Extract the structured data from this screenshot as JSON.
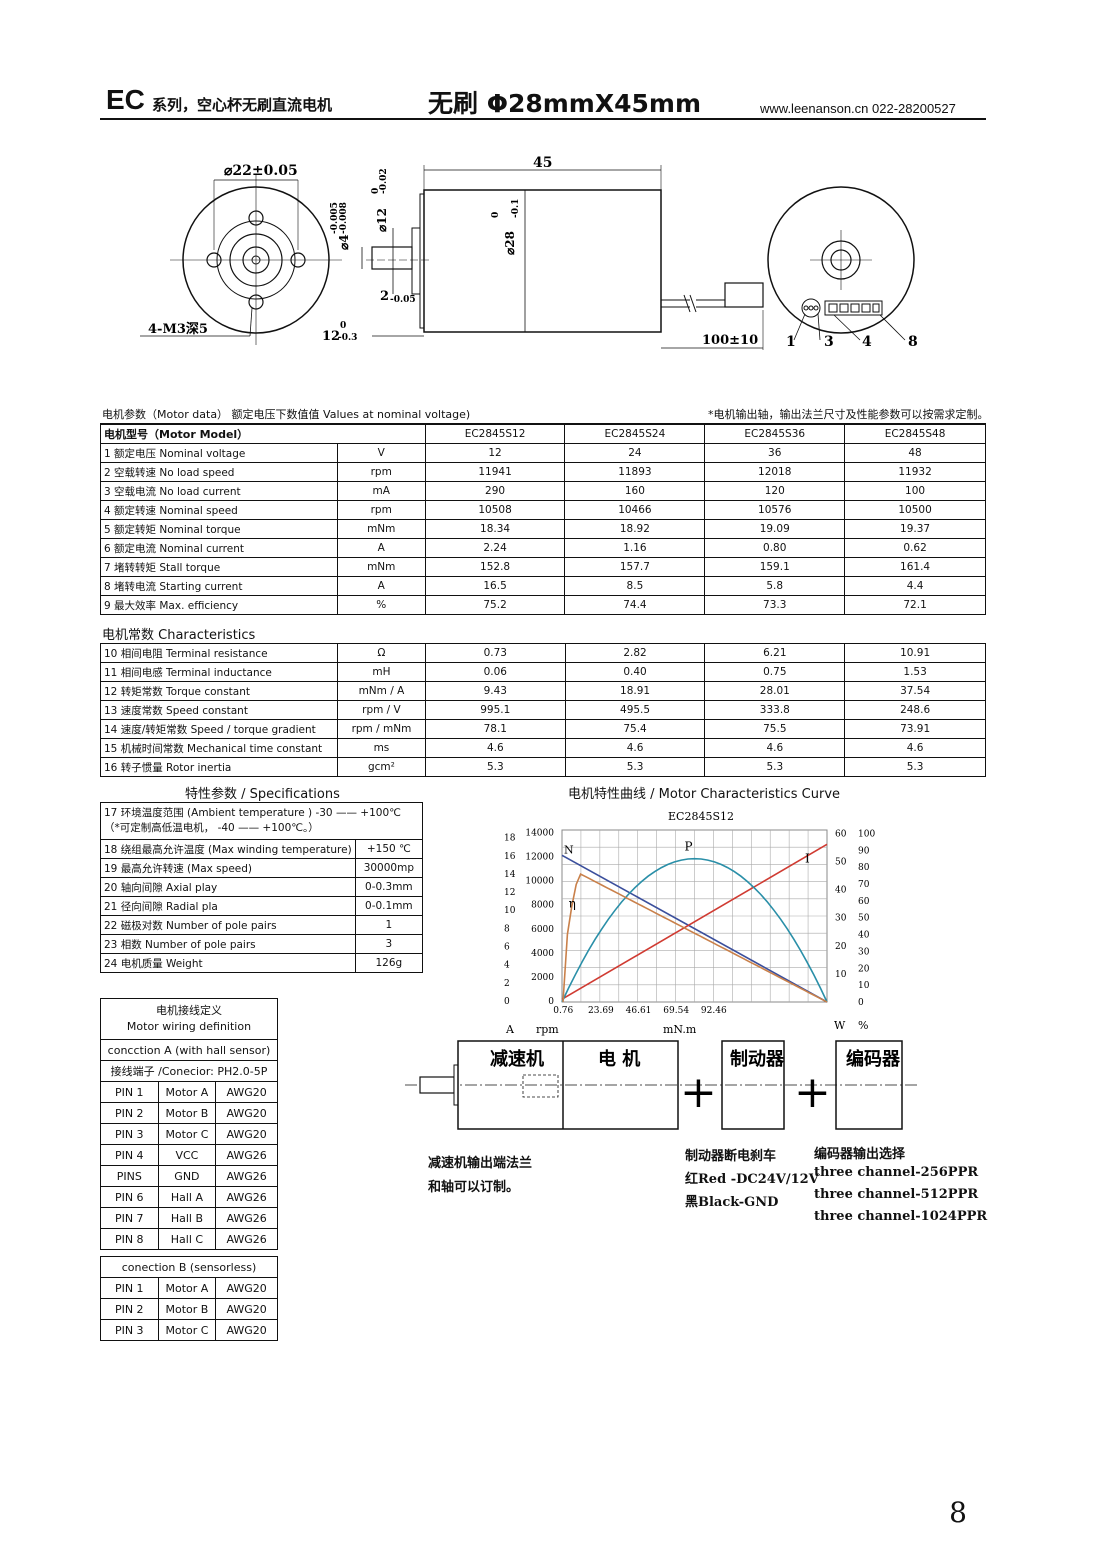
{
  "header": {
    "ec": "EC",
    "series": "系列，空心杯无刷直流电机",
    "title": "无刷  Φ28mmX45mm",
    "site": "www.leenanson.cn   022-28200527"
  },
  "drawing": {
    "dim_flange_pcd": "⌀22±0.05",
    "dim_holes": "4-M3深5",
    "dim_length": "45",
    "dim_shaft_d": "⌀4",
    "dim_shaft_tol_upper": "-0.005",
    "dim_shaft_tol_lower": "-0.008",
    "dim_boss_d": "⌀12",
    "dim_boss_tol_upper": "0",
    "dim_boss_tol_lower": "-0.02",
    "dim_body_d": "⌀28",
    "dim_body_tol_upper": "0",
    "dim_body_tol_lower": "-0.1",
    "dim_boss_len": "2",
    "dim_boss_len_tol": "-0.05",
    "dim_shaft_len": "12",
    "dim_shaft_len_tol_upper": "0",
    "dim_shaft_len_tol_lower": "-0.3",
    "dim_lead": "100±10",
    "pin_labels": [
      "1",
      "3",
      "4",
      "8"
    ]
  },
  "motor_data": {
    "caption": "电机参数（Motor data）  额定电压下数值值 Values at nominal voltage)",
    "note": "*电机输出轴，输出法兰尺寸及性能参数可以按需求定制。",
    "model_label": "电机型号（Motor Model）",
    "models": [
      "EC2845S12",
      "EC2845S24",
      "EC2845S36",
      "EC2845S48"
    ],
    "rows": [
      {
        "no": "1",
        "name": "额定电压  Nominal voltage",
        "unit": "V",
        "v": [
          "12",
          "24",
          "36",
          "48"
        ]
      },
      {
        "no": "2",
        "name": "空载转速  No load speed",
        "unit": "rpm",
        "v": [
          "11941",
          "11893",
          "12018",
          "11932"
        ]
      },
      {
        "no": "3",
        "name": "空载电流  No load current",
        "unit": "mA",
        "v": [
          "290",
          "160",
          "120",
          "100"
        ]
      },
      {
        "no": "4",
        "name": "额定转速   Nominal speed",
        "unit": "rpm",
        "v": [
          "10508",
          "10466",
          "10576",
          "10500"
        ]
      },
      {
        "no": "5",
        "name": "额定转矩   Nominal torque",
        "unit": "mNm",
        "v": [
          "18.34",
          "18.92",
          "19.09",
          "19.37"
        ]
      },
      {
        "no": "6",
        "name": "额定电流   Nominal current",
        "unit": "A",
        "v": [
          "2.24",
          "1.16",
          "0.80",
          "0.62"
        ]
      },
      {
        "no": "7",
        "name": "堵转转矩     Stall torque",
        "unit": "mNm",
        "v": [
          "152.8",
          "157.7",
          "159.1",
          "161.4"
        ]
      },
      {
        "no": "8",
        "name": "堵转电流   Starting current",
        "unit": "A",
        "v": [
          "16.5",
          "8.5",
          "5.8",
          "4.4"
        ]
      },
      {
        "no": "9",
        "name": "最大效率   Max. efficiency",
        "unit": "%",
        "v": [
          "75.2",
          "74.4",
          "73.3",
          "72.1"
        ]
      }
    ]
  },
  "characteristics": {
    "label": "电机常数  Characteristics",
    "rows": [
      {
        "no": "10",
        "name": "相间电阻    Terminal resistance",
        "unit": "Ω",
        "v": [
          "0.73",
          "2.82",
          "6.21",
          "10.91"
        ]
      },
      {
        "no": "11",
        "name": "相间电感    Terminal inductance",
        "unit": "mH",
        "v": [
          "0.06",
          "0.40",
          "0.75",
          "1.53"
        ]
      },
      {
        "no": "12",
        "name": "转矩常数   Torque constant",
        "unit": "mNm / A",
        "v": [
          "9.43",
          "18.91",
          "28.01",
          "37.54"
        ]
      },
      {
        "no": "13",
        "name": "速度常数    Speed constant",
        "unit": "rpm / V",
        "v": [
          "995.1",
          "495.5",
          "333.8",
          "248.6"
        ]
      },
      {
        "no": "14",
        "name": "速度/转矩常数 Speed / torque gradient",
        "unit": "rpm / mNm",
        "v": [
          "78.1",
          "75.4",
          "75.5",
          "73.91"
        ]
      },
      {
        "no": "15",
        "name": "机械时间常数  Mechanical time constant",
        "unit": "ms",
        "v": [
          "4.6",
          "4.6",
          "4.6",
          "4.6"
        ]
      },
      {
        "no": "16",
        "name": "转子惯量    Rotor inertia",
        "unit": "gcm²",
        "v": [
          "5.3",
          "5.3",
          "5.3",
          "5.3"
        ]
      }
    ]
  },
  "specs": {
    "label": "特性参数 / Specifications",
    "row17a": "17  环境温度范围  (Ambient temperature )   -30 —— +100℃",
    "row17b": "（*可定制高低温电机，  -40 —— +100℃。）",
    "rows": [
      {
        "name": "18  绕组最高允许温度 (Max  winding temperature)",
        "val": "+150 ℃"
      },
      {
        "name": "19   最高允许转速 (Max  speed)",
        "val": "30000mp"
      },
      {
        "name": "20   轴向间隙  Axial play",
        "val": "0-0.3mm"
      },
      {
        "name": "21   径向间隙  Radial pla",
        "val": "0-0.1mm"
      },
      {
        "name": "22   磁极对数  Number of pole pairs",
        "val": "1"
      },
      {
        "name": "23   相数  Number of pole pairs",
        "val": "3"
      },
      {
        "name": "24   电机质量  Weight",
        "val": "126g"
      }
    ]
  },
  "curve_label": "电机特性曲线 / Motor Characteristics Curve",
  "chart_data": {
    "type": "line",
    "title": "EC2845S12",
    "x_ticks": [
      "0.76",
      "23.69",
      "46.61",
      "69.54",
      "92.46"
    ],
    "x_unit": "mN.m",
    "left_A_ticks": [
      "0",
      "2",
      "4",
      "6",
      "8",
      "10",
      "12",
      "14",
      "16",
      "18"
    ],
    "left_rpm_ticks": [
      "0",
      "2000",
      "4000",
      "6000",
      "8000",
      "10000",
      "12000",
      "14000"
    ],
    "right_W_ticks": [
      "10",
      "20",
      "30",
      "40",
      "50",
      "60"
    ],
    "right_pct_ticks": [
      "0",
      "10",
      "20",
      "30",
      "40",
      "50",
      "60",
      "70",
      "80",
      "90",
      "100"
    ],
    "unit_labels": {
      "A": "A",
      "rpm": "rpm",
      "W": "W",
      "pct": "%"
    },
    "xlim": [
      0,
      161.4
    ],
    "series": [
      {
        "name": "N",
        "color": "#3b4f9c",
        "x": [
          0,
          161.4
        ],
        "y_rpm": [
          11941,
          0
        ]
      },
      {
        "name": "I",
        "color": "#d03b32",
        "x": [
          0,
          161.4
        ],
        "y_A": [
          0.29,
          16.5
        ]
      },
      {
        "name": "P",
        "color": "#2a8fa8",
        "peak_W": 50,
        "x_end": 161.4
      },
      {
        "name": "η",
        "color": "#c9804a",
        "peak_pct": 75.2
      }
    ]
  },
  "wiring": {
    "title_cn": "电机接线定义",
    "title_en": "Motor wiring definition",
    "conn_a": "concction A (with hall sensor)",
    "connector": "接线端子 /Conecior:  PH2.0-5P",
    "pins_a": [
      [
        "PIN 1",
        "Motor A",
        "AWG20"
      ],
      [
        "PIN 2",
        "Motor B",
        "AWG20"
      ],
      [
        "PIN 3",
        "Motor C",
        "AWG20"
      ],
      [
        "PIN 4",
        "VCC",
        "AWG26"
      ],
      [
        "PINS",
        "GND",
        "AWG26"
      ],
      [
        "PIN 6",
        "Hall A",
        "AWG26"
      ],
      [
        "PIN 7",
        "Hall B",
        "AWG26"
      ],
      [
        "PIN 8",
        "Hall C",
        "AWG26"
      ]
    ],
    "conn_b": "conection B (sensorless)",
    "pins_b": [
      [
        "PIN 1",
        "Motor A",
        "AWG20"
      ],
      [
        "PIN 2",
        "Motor B",
        "AWG20"
      ],
      [
        "PIN 3",
        "Motor C",
        "AWG20"
      ]
    ]
  },
  "assembly": {
    "gearbox": "减速机",
    "motor": "电 机",
    "brake": "制动器",
    "encoder": "编码器",
    "plus": "+",
    "gear_note1": "减速机输出端法兰",
    "gear_note2": "和轴可以订制。",
    "brake_note1": "制动器断电刹车",
    "brake_note2": "红Red -DC24V/12V",
    "brake_note3": "黑Black-GND",
    "enc_note1": "编码器输出选择",
    "enc_note2": "three channel-256PPR",
    "enc_note3": "three channel-512PPR",
    "enc_note4": "three channel-1024PPR"
  },
  "page_number": "8"
}
